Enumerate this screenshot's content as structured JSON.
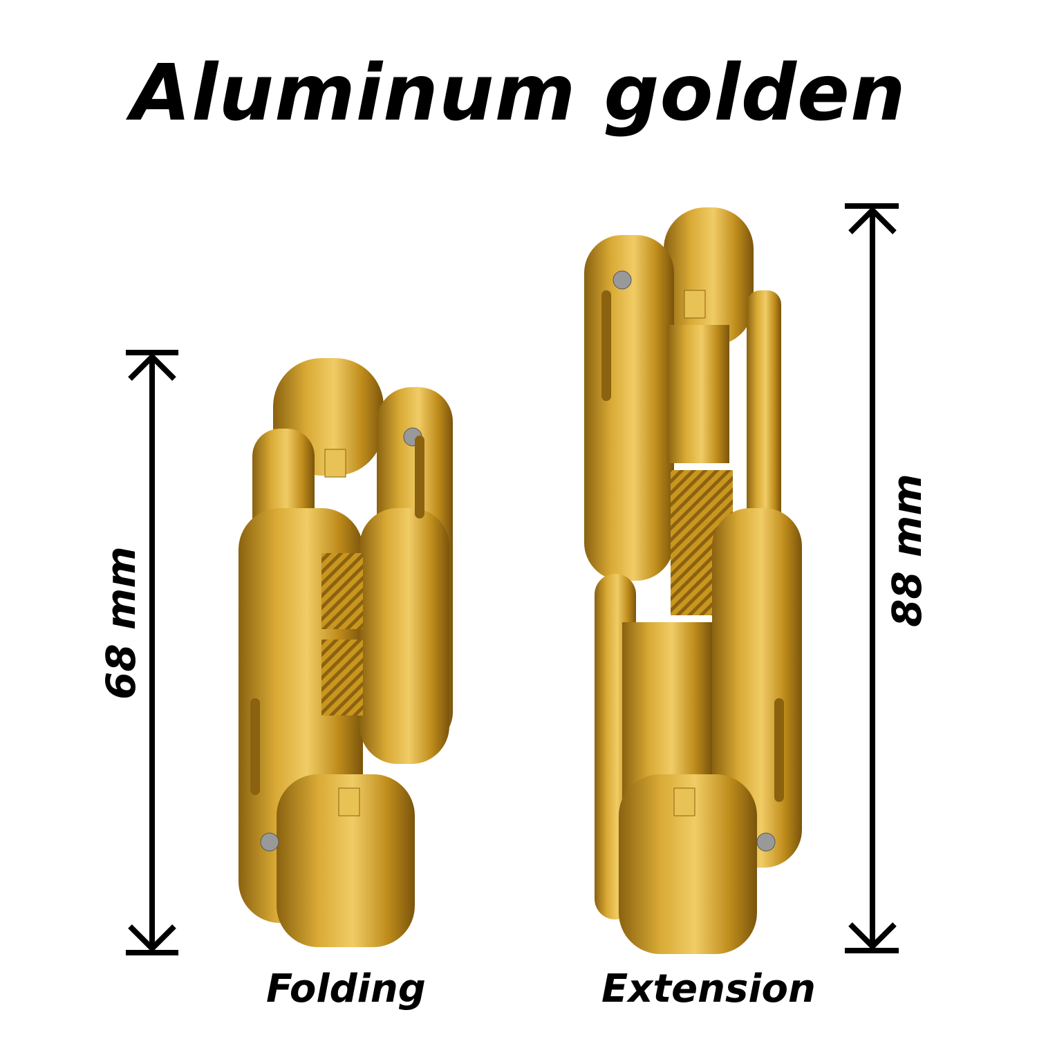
{
  "title": "Aluminum golden",
  "products": [
    {
      "caption": "Folding",
      "dimension": "68 mm"
    },
    {
      "caption": "Extension",
      "dimension": "88 mm"
    }
  ],
  "colors": {
    "gold": "#c9961f",
    "gold_light": "#e8c255",
    "gold_dark": "#8a6210",
    "ink": "#000000"
  }
}
